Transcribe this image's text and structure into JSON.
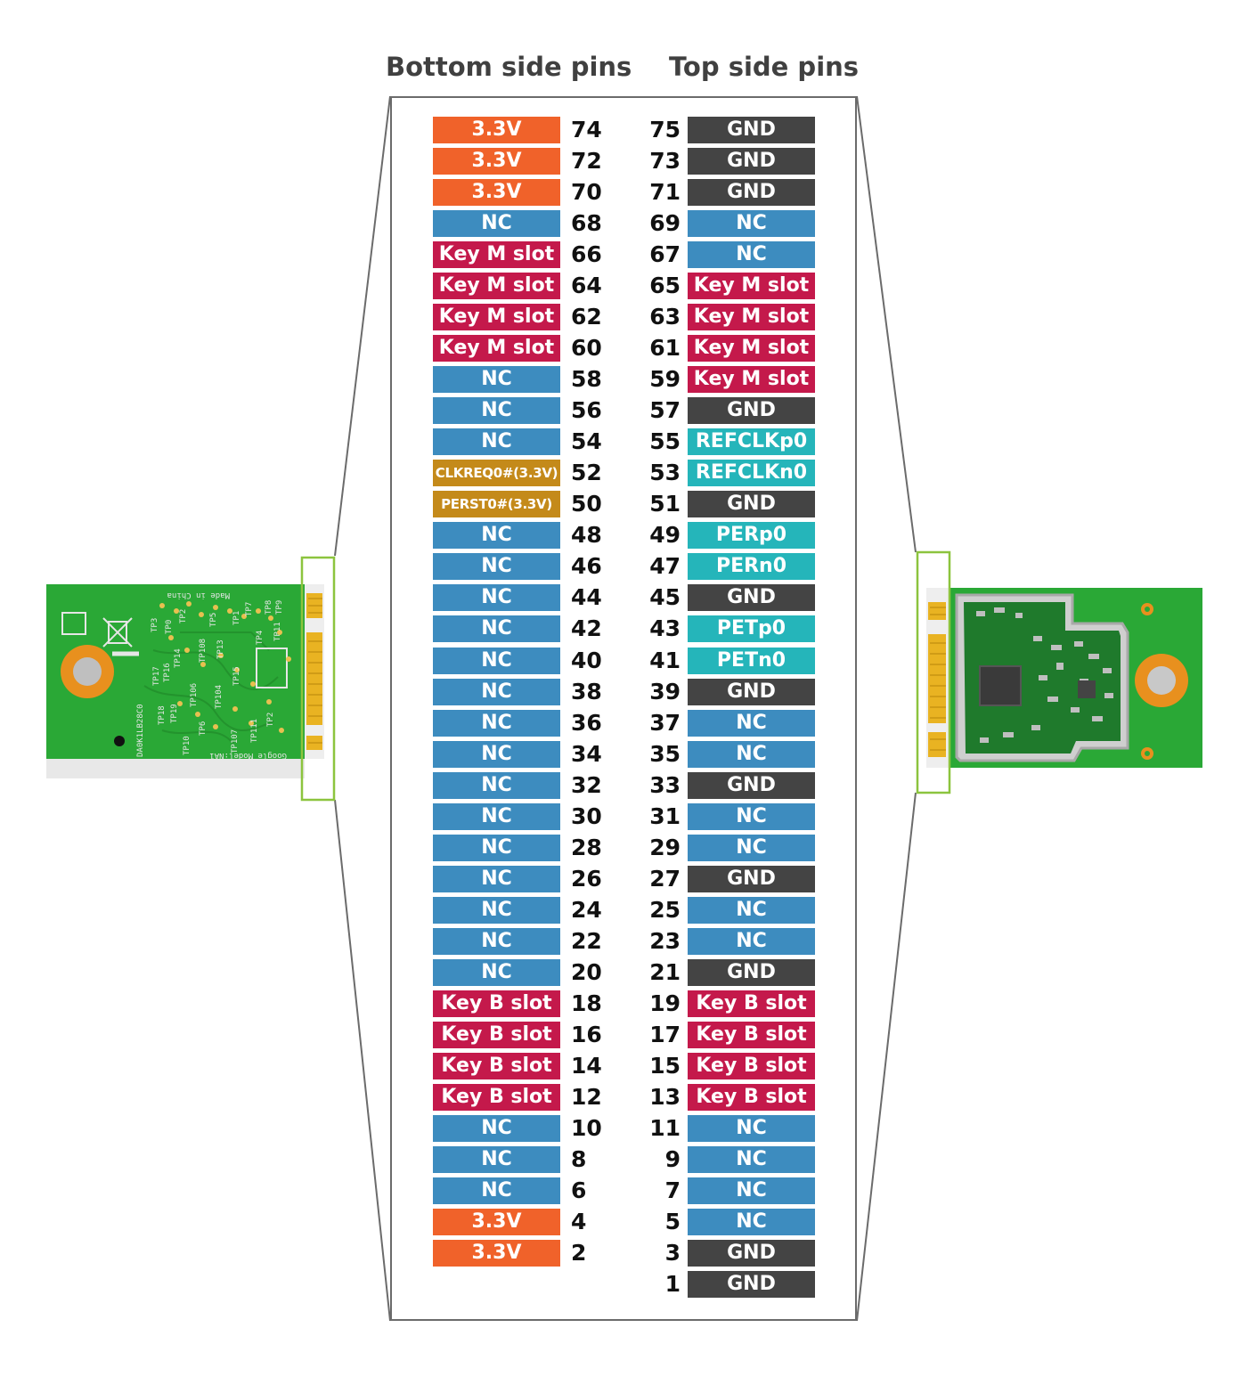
{
  "headings": {
    "bottom": "Bottom side pins",
    "top": "Top side pins"
  },
  "colors": {
    "power": "#f0622a",
    "nc": "#3d8cbf",
    "key": "#c4194b",
    "ground": "#444444",
    "clock": "#25b5ba",
    "control": "#c48a1a",
    "board_green": "#2aa836",
    "connector_outline": "#8cc43e",
    "gold": "#e9b322"
  },
  "bottom_pins": [
    {
      "pin": "74",
      "label": "3.3V",
      "kind": "power"
    },
    {
      "pin": "72",
      "label": "3.3V",
      "kind": "power"
    },
    {
      "pin": "70",
      "label": "3.3V",
      "kind": "power"
    },
    {
      "pin": "68",
      "label": "NC",
      "kind": "nc"
    },
    {
      "pin": "66",
      "label": "Key M slot",
      "kind": "key"
    },
    {
      "pin": "64",
      "label": "Key M slot",
      "kind": "key"
    },
    {
      "pin": "62",
      "label": "Key M slot",
      "kind": "key"
    },
    {
      "pin": "60",
      "label": "Key M slot",
      "kind": "key"
    },
    {
      "pin": "58",
      "label": "NC",
      "kind": "nc"
    },
    {
      "pin": "56",
      "label": "NC",
      "kind": "nc"
    },
    {
      "pin": "54",
      "label": "NC",
      "kind": "nc"
    },
    {
      "pin": "52",
      "label": "CLKREQ0#(3.3V)",
      "kind": "control"
    },
    {
      "pin": "50",
      "label": "PERST0#(3.3V)",
      "kind": "control"
    },
    {
      "pin": "48",
      "label": "NC",
      "kind": "nc"
    },
    {
      "pin": "46",
      "label": "NC",
      "kind": "nc"
    },
    {
      "pin": "44",
      "label": "NC",
      "kind": "nc"
    },
    {
      "pin": "42",
      "label": "NC",
      "kind": "nc"
    },
    {
      "pin": "40",
      "label": "NC",
      "kind": "nc"
    },
    {
      "pin": "38",
      "label": "NC",
      "kind": "nc"
    },
    {
      "pin": "36",
      "label": "NC",
      "kind": "nc"
    },
    {
      "pin": "34",
      "label": "NC",
      "kind": "nc"
    },
    {
      "pin": "32",
      "label": "NC",
      "kind": "nc"
    },
    {
      "pin": "30",
      "label": "NC",
      "kind": "nc"
    },
    {
      "pin": "28",
      "label": "NC",
      "kind": "nc"
    },
    {
      "pin": "26",
      "label": "NC",
      "kind": "nc"
    },
    {
      "pin": "24",
      "label": "NC",
      "kind": "nc"
    },
    {
      "pin": "22",
      "label": "NC",
      "kind": "nc"
    },
    {
      "pin": "20",
      "label": "NC",
      "kind": "nc"
    },
    {
      "pin": "18",
      "label": "Key B slot",
      "kind": "key"
    },
    {
      "pin": "16",
      "label": "Key B slot",
      "kind": "key"
    },
    {
      "pin": "14",
      "label": "Key B slot",
      "kind": "key"
    },
    {
      "pin": "12",
      "label": "Key B slot",
      "kind": "key"
    },
    {
      "pin": "10",
      "label": "NC",
      "kind": "nc"
    },
    {
      "pin": "8",
      "label": "NC",
      "kind": "nc"
    },
    {
      "pin": "6",
      "label": "NC",
      "kind": "nc"
    },
    {
      "pin": "4",
      "label": "3.3V",
      "kind": "power"
    },
    {
      "pin": "2",
      "label": "3.3V",
      "kind": "power"
    }
  ],
  "top_pins": [
    {
      "pin": "75",
      "label": "GND",
      "kind": "ground"
    },
    {
      "pin": "73",
      "label": "GND",
      "kind": "ground"
    },
    {
      "pin": "71",
      "label": "GND",
      "kind": "ground"
    },
    {
      "pin": "69",
      "label": "NC",
      "kind": "nc"
    },
    {
      "pin": "67",
      "label": "NC",
      "kind": "nc"
    },
    {
      "pin": "65",
      "label": "Key M slot",
      "kind": "key"
    },
    {
      "pin": "63",
      "label": "Key M slot",
      "kind": "key"
    },
    {
      "pin": "61",
      "label": "Key M slot",
      "kind": "key"
    },
    {
      "pin": "59",
      "label": "Key M slot",
      "kind": "key"
    },
    {
      "pin": "57",
      "label": "GND",
      "kind": "ground"
    },
    {
      "pin": "55",
      "label": "REFCLKp0",
      "kind": "clock"
    },
    {
      "pin": "53",
      "label": "REFCLKn0",
      "kind": "clock"
    },
    {
      "pin": "51",
      "label": "GND",
      "kind": "ground"
    },
    {
      "pin": "49",
      "label": "PERp0",
      "kind": "clock"
    },
    {
      "pin": "47",
      "label": "PERn0",
      "kind": "clock"
    },
    {
      "pin": "45",
      "label": "GND",
      "kind": "ground"
    },
    {
      "pin": "43",
      "label": "PETp0",
      "kind": "clock"
    },
    {
      "pin": "41",
      "label": "PETn0",
      "kind": "clock"
    },
    {
      "pin": "39",
      "label": "GND",
      "kind": "ground"
    },
    {
      "pin": "37",
      "label": "NC",
      "kind": "nc"
    },
    {
      "pin": "35",
      "label": "NC",
      "kind": "nc"
    },
    {
      "pin": "33",
      "label": "GND",
      "kind": "ground"
    },
    {
      "pin": "31",
      "label": "NC",
      "kind": "nc"
    },
    {
      "pin": "29",
      "label": "NC",
      "kind": "nc"
    },
    {
      "pin": "27",
      "label": "GND",
      "kind": "ground"
    },
    {
      "pin": "25",
      "label": "NC",
      "kind": "nc"
    },
    {
      "pin": "23",
      "label": "NC",
      "kind": "nc"
    },
    {
      "pin": "21",
      "label": "GND",
      "kind": "ground"
    },
    {
      "pin": "19",
      "label": "Key B slot",
      "kind": "key"
    },
    {
      "pin": "17",
      "label": "Key B slot",
      "kind": "key"
    },
    {
      "pin": "15",
      "label": "Key B slot",
      "kind": "key"
    },
    {
      "pin": "13",
      "label": "Key B slot",
      "kind": "key"
    },
    {
      "pin": "11",
      "label": "NC",
      "kind": "nc"
    },
    {
      "pin": "9",
      "label": "NC",
      "kind": "nc"
    },
    {
      "pin": "7",
      "label": "NC",
      "kind": "nc"
    },
    {
      "pin": "5",
      "label": "NC",
      "kind": "nc"
    },
    {
      "pin": "3",
      "label": "GND",
      "kind": "ground"
    },
    {
      "pin": "1",
      "label": "GND",
      "kind": "ground"
    }
  ],
  "board_bottom": {
    "silkscreen": {
      "made_in": "Made in China",
      "model": "Google Model:NA1",
      "part": "DA0K1LB28C0",
      "test_points": [
        "TP3",
        "TP0",
        "TP2",
        "TP17",
        "TP16",
        "TP14",
        "TP18",
        "TP19",
        "TP10",
        "TP6",
        "TP106",
        "TP108",
        "TP104",
        "TP107",
        "TP13",
        "TP5",
        "TP15",
        "TP111",
        "TP1",
        "TP7",
        "TP8",
        "TP9",
        "TP11",
        "TP2",
        "TP4"
      ]
    }
  }
}
